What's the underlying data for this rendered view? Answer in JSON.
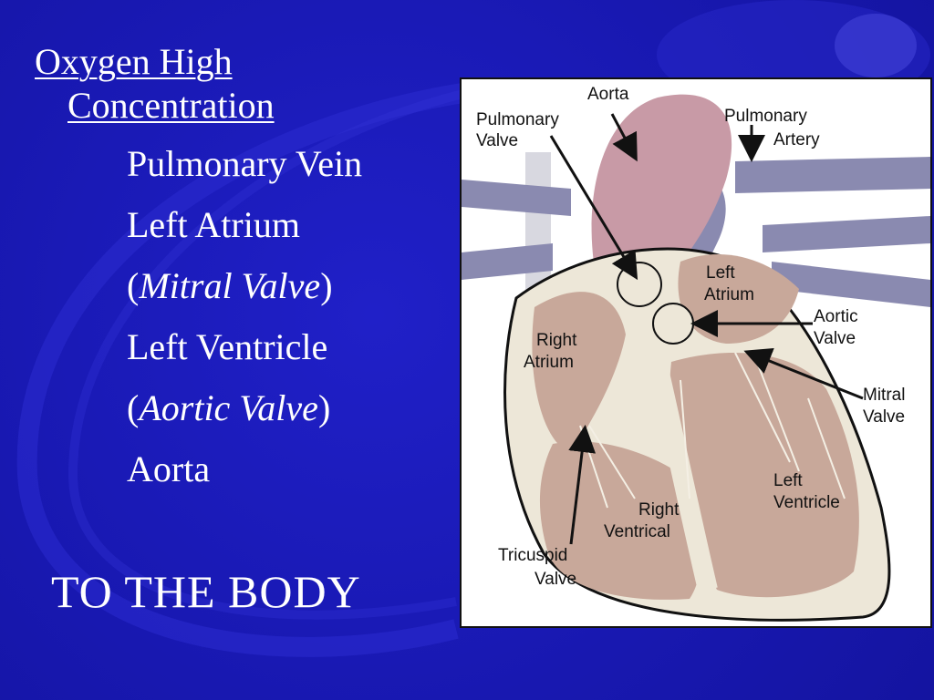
{
  "slide": {
    "heading": {
      "line1": "Oxygen High",
      "line2": "Concentration"
    },
    "items": [
      {
        "text": "Pulmonary Vein"
      },
      {
        "text": "Left Atrium"
      },
      {
        "open": "(",
        "italic": "Mitral Valve",
        "close": ")"
      },
      {
        "text": "Left Ventricle"
      },
      {
        "open": "(",
        "italic": "Aortic Valve",
        "close": ")"
      },
      {
        "text": "Aorta"
      }
    ],
    "footer": "TO THE BODY"
  },
  "diagram": {
    "labels": {
      "aorta": "Aorta",
      "pulmonary_valve_1": "Pulmonary",
      "pulmonary_valve_2": "Valve",
      "pulmonary_artery_1": "Pulmonary",
      "pulmonary_artery_2": "Artery",
      "left_atrium_1": "Left",
      "left_atrium_2": "Atrium",
      "aortic_valve_1": "Aortic",
      "aortic_valve_2": "Valve",
      "right_atrium_1": "Right",
      "right_atrium_2": "Atrium",
      "mitral_valve_1": "Mitral",
      "mitral_valve_2": "Valve",
      "left_ventricle_1": "Left",
      "left_ventricle_2": "Ventricle",
      "right_ventricle_1": "Right",
      "right_ventricle_2": "Ventrical",
      "tricuspid_valve_1": "Tricuspid",
      "tricuspid_valve_2": "Valve"
    }
  },
  "colors": {
    "background": "#1a1ab8",
    "text": "#ffffff",
    "heart_muscle": "#c8a89a",
    "heart_wall": "#ede7d8",
    "aorta": "#c89aa6",
    "vessels": "#8a8ab0"
  }
}
